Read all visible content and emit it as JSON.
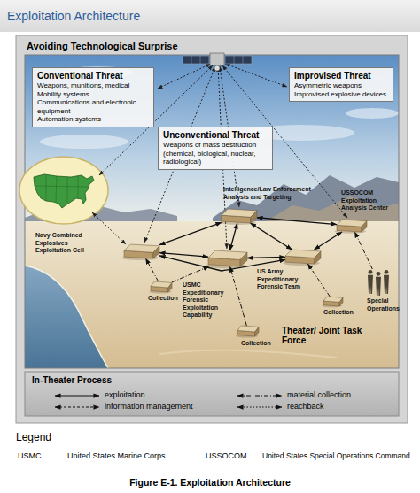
{
  "diagram": {
    "title": "Exploitation Architecture",
    "caption": "Figure E-1. Exploitation Architecture",
    "nodes": [
      {
        "text": [
          "Conventional Threat",
          "Weapons, munitions, medical",
          "Mobility systems",
          "Communications and electronic equipment",
          "Automation systems"
        ]
      },
      {
        "text": [
          "Improvised Threat",
          "Asymmetric weapons",
          "Improvised explosive devices"
        ]
      },
      {
        "text": [
          "Unconventional Threat",
          "Weapons of mass destruction (chemical, biological, nuclear, radiological)"
        ]
      },
      {
        "text": [
          "Intelligence/Law Enforcement Analysis and Targeting"
        ]
      },
      {
        "text": [
          "Navy Combined Explosives Exploitation Cell"
        ]
      },
      {
        "text": [
          "USSOCOM Exploitation Analysis Center"
        ]
      },
      {
        "text": [
          "USMC Expeditionary Forensic Exploitation Capability"
        ]
      },
      {
        "text": [
          "US Army Expeditionary Forensic Team"
        ]
      },
      {
        "text": [
          "Collection"
        ]
      },
      {
        "text": [
          "Special Operations"
        ]
      },
      {
        "text": [
          "Collection"
        ]
      },
      {
        "text": [
          "Collection"
        ]
      }
    ],
    "edges": [
      {
        "from": 4,
        "to": 3,
        "arrow": "both"
      },
      {
        "from": 4,
        "to": 6,
        "arrow": "both"
      },
      {
        "from": 4,
        "to": 7,
        "arrow": "both"
      },
      {
        "from": 6,
        "to": 3,
        "arrow": "both"
      },
      {
        "from": 6,
        "to": 7,
        "arrow": "both"
      },
      {
        "from": 3,
        "to": 7,
        "arrow": "both"
      },
      {
        "from": 3,
        "to": 5,
        "arrow": "both"
      },
      {
        "from": 7,
        "to": 5,
        "arrow": "both"
      },
      {
        "from": 8,
        "to": 4,
        "arrow": "to"
      },
      {
        "from": 8,
        "to": 6,
        "arrow": "to"
      },
      {
        "from": 11,
        "to": 6,
        "arrow": "to"
      },
      {
        "from": 10,
        "to": 7,
        "arrow": "to"
      },
      {
        "from": 9,
        "to": 5,
        "arrow": "to"
      }
    ],
    "labels": [
      "Avoiding Technological Surprise",
      "Theater/ Joint Task Force",
      "In-Theater Process",
      "Legend",
      "USMC",
      "United States Marine Corps",
      "USSOCOM",
      "United States Special Operations Command"
    ],
    "legend": [
      {
        "text": "exploitation"
      },
      {
        "text": "material collection"
      },
      {
        "text": "information management"
      },
      {
        "text": "reachback"
      }
    ]
  }
}
